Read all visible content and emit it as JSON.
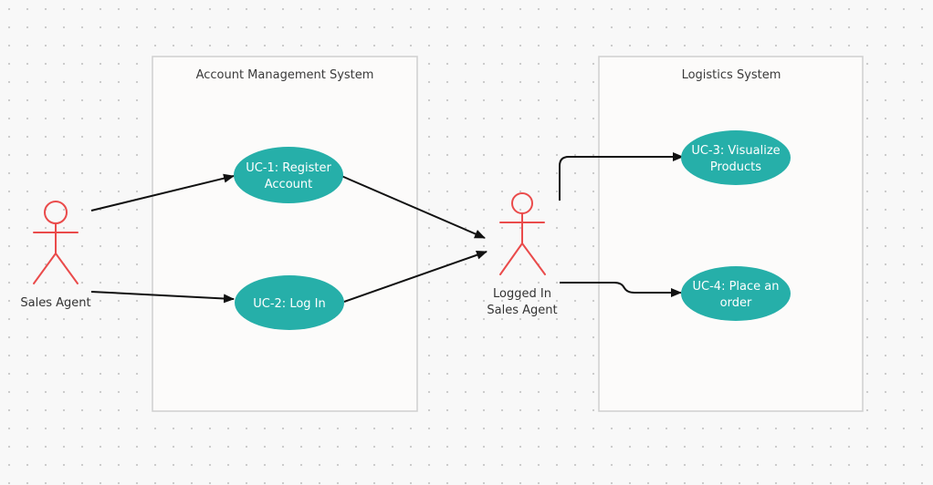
{
  "boundaries": {
    "account_management": {
      "title": "Account Management System"
    },
    "logistics": {
      "title": "Logistics System"
    }
  },
  "actors": {
    "sales_agent": {
      "label_lines": [
        "Sales Agent"
      ]
    },
    "logged_in_agent": {
      "label_lines": [
        "Logged In",
        "Sales Agent"
      ]
    }
  },
  "use_cases": {
    "uc1": {
      "lines": [
        "UC-1: Register",
        "Account"
      ]
    },
    "uc2": {
      "lines": [
        "UC-2: Log In"
      ]
    },
    "uc3": {
      "lines": [
        "UC-3: Visualize",
        "Products"
      ]
    },
    "uc4": {
      "lines": [
        "UC-4: Place an",
        "order"
      ]
    }
  },
  "colors": {
    "use_case_fill": "#26afa9",
    "actor_stroke": "#ea4b4b",
    "connector": "#111111",
    "boundary_border": "#cfcfcf"
  }
}
